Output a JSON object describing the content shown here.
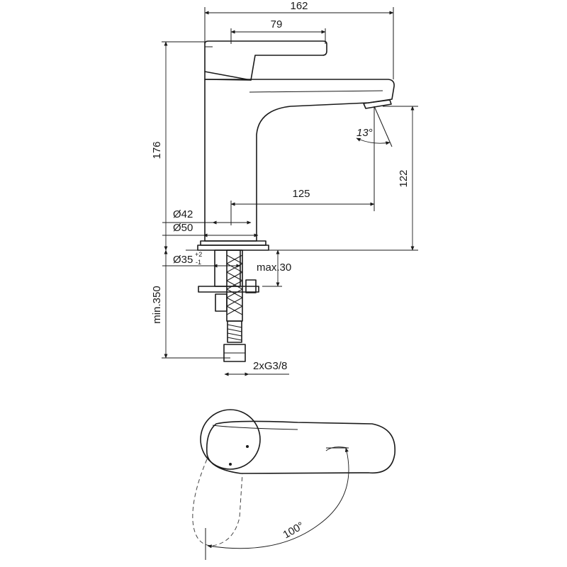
{
  "dimensions": {
    "width_total": "162",
    "lever_length": "79",
    "height_total": "176",
    "spout_height": "122",
    "spout_reach": "125",
    "dia_42": "Ø42",
    "dia_50": "Ø50",
    "dia_35": "Ø35",
    "tol_plus": "+2",
    "tol_minus": "-1",
    "max_30": "max.30",
    "min_350": "min.350",
    "hose_connection": "2xG3/8",
    "spray_angle": "13°",
    "lever_rotation": "100°"
  }
}
